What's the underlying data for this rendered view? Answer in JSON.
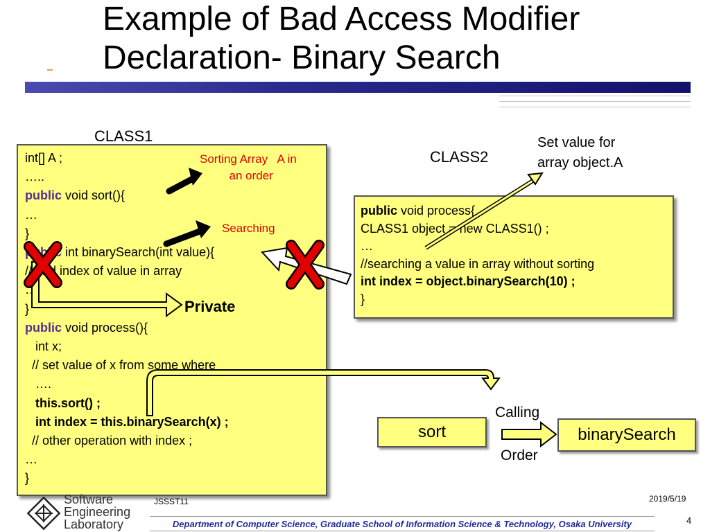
{
  "slide": {
    "title_line1": "Example of Bad Access Modifier",
    "title_line2": "Declaration- Binary Search"
  },
  "class1": {
    "label": "CLASS1",
    "lines": [
      {
        "parts": [
          {
            "t": "int[] A ;",
            "s": ""
          }
        ]
      },
      {
        "parts": [
          {
            "t": "…..",
            "s": ""
          }
        ]
      },
      {
        "parts": [
          {
            "t": "public",
            "s": "kw"
          },
          {
            "t": " void sort(){",
            "s": ""
          }
        ]
      },
      {
        "parts": [
          {
            "t": "…",
            "s": ""
          }
        ]
      },
      {
        "parts": [
          {
            "t": "}",
            "s": ""
          }
        ]
      },
      {
        "parts": [
          {
            "t": "public",
            "s": "kw"
          },
          {
            "t": " int binarySearch(int value){",
            "s": ""
          }
        ]
      },
      {
        "parts": [
          {
            "t": "//Find index of value in array",
            "s": ""
          }
        ]
      },
      {
        "parts": [
          {
            "t": "…",
            "s": ""
          }
        ]
      },
      {
        "parts": [
          {
            "t": "}",
            "s": ""
          }
        ]
      },
      {
        "parts": [
          {
            "t": "public",
            "s": "kw"
          },
          {
            "t": " void process(){",
            "s": ""
          }
        ]
      },
      {
        "parts": [
          {
            "t": "   int x;",
            "s": ""
          }
        ]
      },
      {
        "parts": [
          {
            "t": "  // set value of x from some where",
            "s": ""
          }
        ]
      },
      {
        "parts": [
          {
            "t": "   ….",
            "s": ""
          }
        ]
      },
      {
        "parts": [
          {
            "t": "   this.sort() ;",
            "s": "b"
          }
        ]
      },
      {
        "parts": [
          {
            "t": "   int index = this.binarySearch(x) ;",
            "s": "b"
          }
        ]
      },
      {
        "parts": [
          {
            "t": "  // other operation with index ;",
            "s": ""
          }
        ]
      },
      {
        "parts": [
          {
            "t": "…",
            "s": ""
          }
        ]
      },
      {
        "parts": [
          {
            "t": "}",
            "s": ""
          }
        ]
      }
    ]
  },
  "annotations": {
    "sorting": "Sorting Array   A in\n         an order",
    "searching": "Searching",
    "private": "Private",
    "set_value": "Set value for\narray object.A"
  },
  "class2": {
    "label": "CLASS2",
    "lines": [
      {
        "parts": [
          {
            "t": "public",
            "s": "b"
          },
          {
            "t": " void process{",
            "s": ""
          }
        ]
      },
      {
        "parts": [
          {
            "t": "CLASS1 object = new CLASS1() ;",
            "s": ""
          }
        ]
      },
      {
        "parts": [
          {
            "t": "…",
            "s": ""
          }
        ]
      },
      {
        "parts": [
          {
            "t": "//searching a value in array without sorting",
            "s": ""
          }
        ]
      },
      {
        "parts": [
          {
            "t": "int index = object.binarySearch(10) ;",
            "s": "b"
          }
        ]
      },
      {
        "parts": [
          {
            "t": "}",
            "s": ""
          }
        ]
      }
    ]
  },
  "flow": {
    "sort": "sort",
    "binary_search": "binarySearch",
    "calling": "Calling",
    "order": "Order"
  },
  "footer": {
    "conference": "JSSST11",
    "date": "2019/5/19",
    "department": "Department of Computer Science, Graduate School of Information Science & Technology, Osaka University",
    "page": "4",
    "logo_line1": "Software",
    "logo_line2": "Engineering",
    "logo_line3": "Laboratory"
  },
  "colors": {
    "code_bg": "#ffff80",
    "keyword": "#5a2d91",
    "cross": "#e00000",
    "title_bar": "#2a2a8e"
  }
}
